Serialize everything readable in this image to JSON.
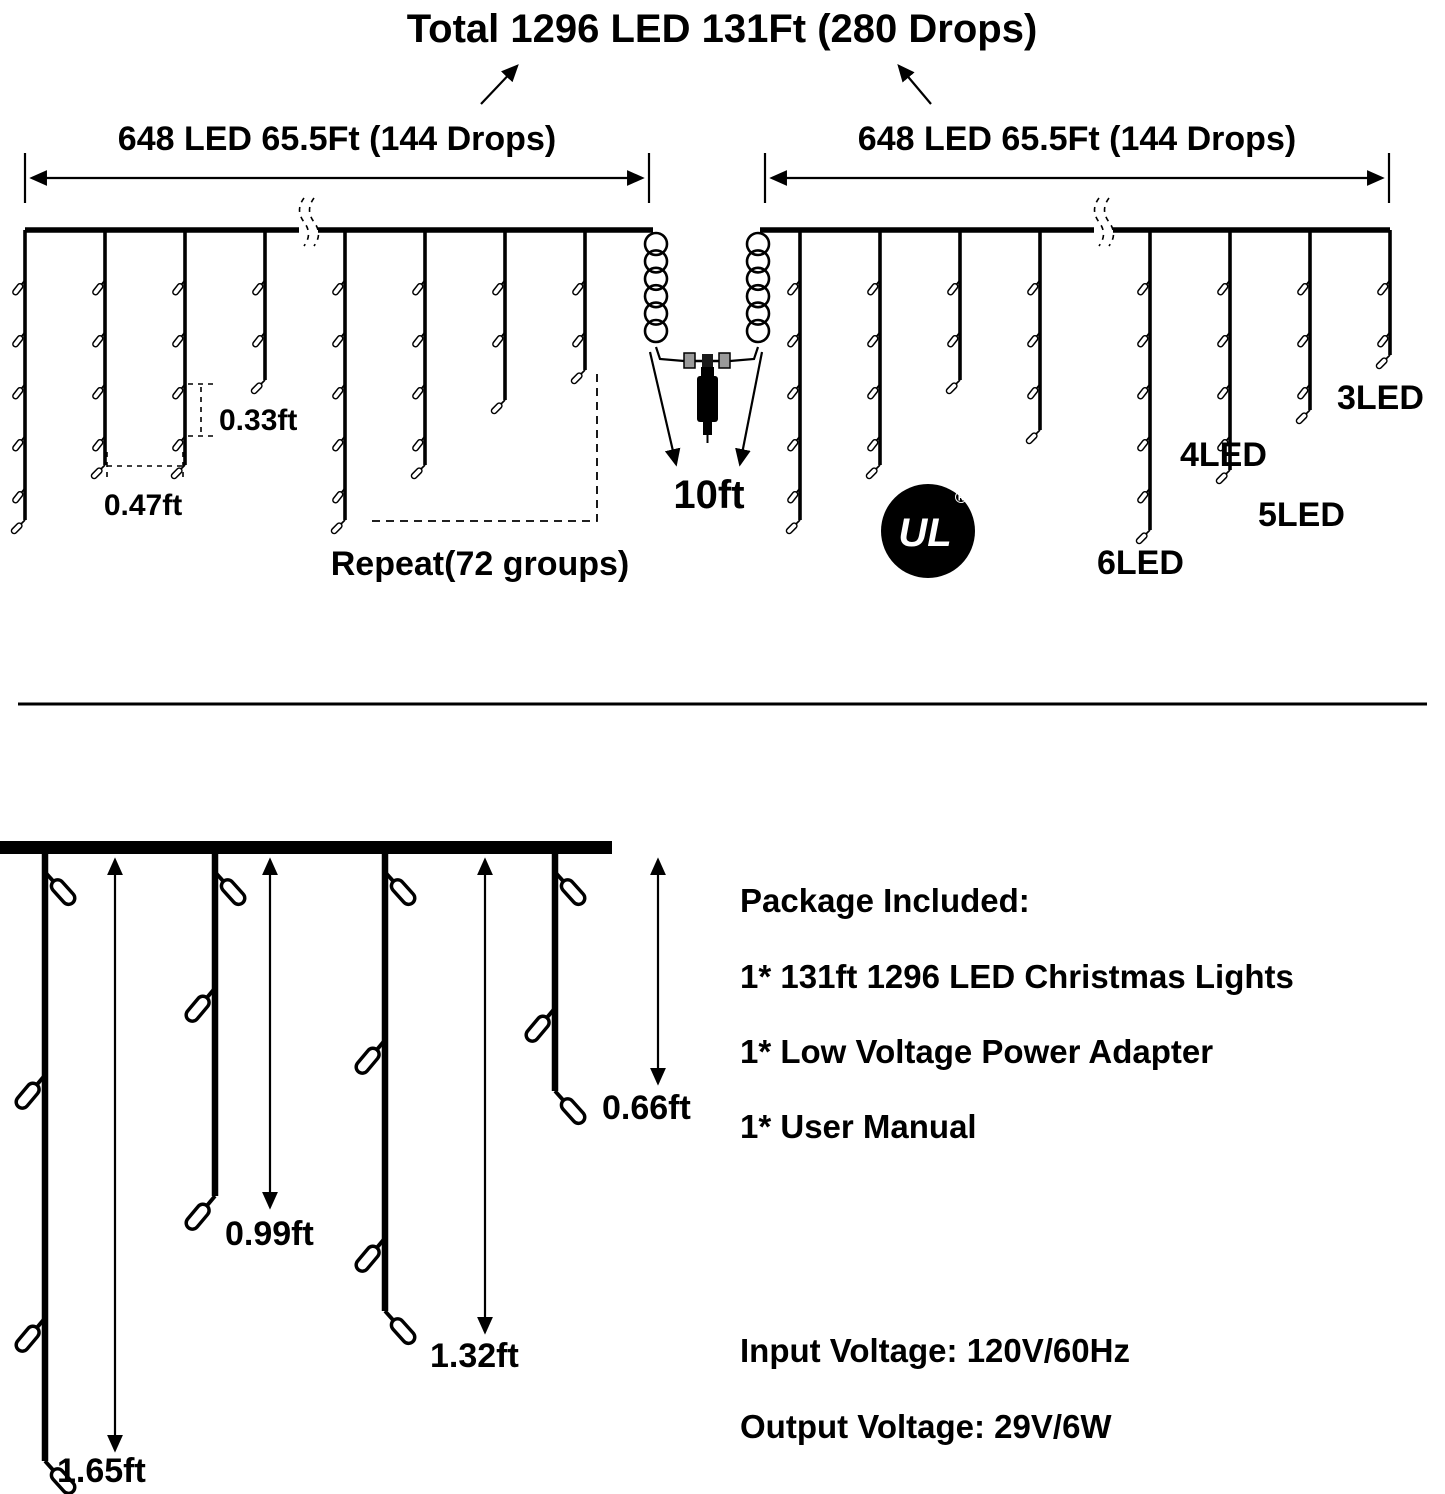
{
  "top": {
    "title": "Total 1296 LED 131Ft (280 Drops)",
    "left_span_label": "648 LED 65.5Ft (144 Drops)",
    "right_span_label": "648 LED 65.5Ft (144 Drops)",
    "led_gap_label": "0.33ft",
    "drop_gap_label": "0.47ft",
    "repeat_label": "Repeat(72 groups)",
    "center_gap_label": "10ft",
    "ul_text": "UL",
    "registered_mark": "®",
    "led_labels": [
      "3LED",
      "4LED",
      "5LED",
      "6LED"
    ]
  },
  "bottom": {
    "drop_lengths": [
      "0.66ft",
      "0.99ft",
      "1.32ft",
      "1.65ft"
    ],
    "package_heading": "Package Included:",
    "package_items": [
      "1* 131ft 1296 LED Christmas Lights",
      "1* Low Voltage Power Adapter",
      "1* User Manual"
    ],
    "input_voltage": "Input Voltage: 120V/60Hz",
    "output_voltage": "Output Voltage: 29V/6W"
  },
  "icons": {
    "ul_badge": "UL-certification-mark",
    "power_adapter": "low-voltage-power-adapter",
    "led_bulb": "led-bulb",
    "coil": "coiled-lead-wire",
    "break_mark": "wire-continuation-squiggle"
  },
  "colors": {
    "ink": "#000000",
    "background": "#ffffff",
    "connector_gray": "#9a9a9a"
  }
}
